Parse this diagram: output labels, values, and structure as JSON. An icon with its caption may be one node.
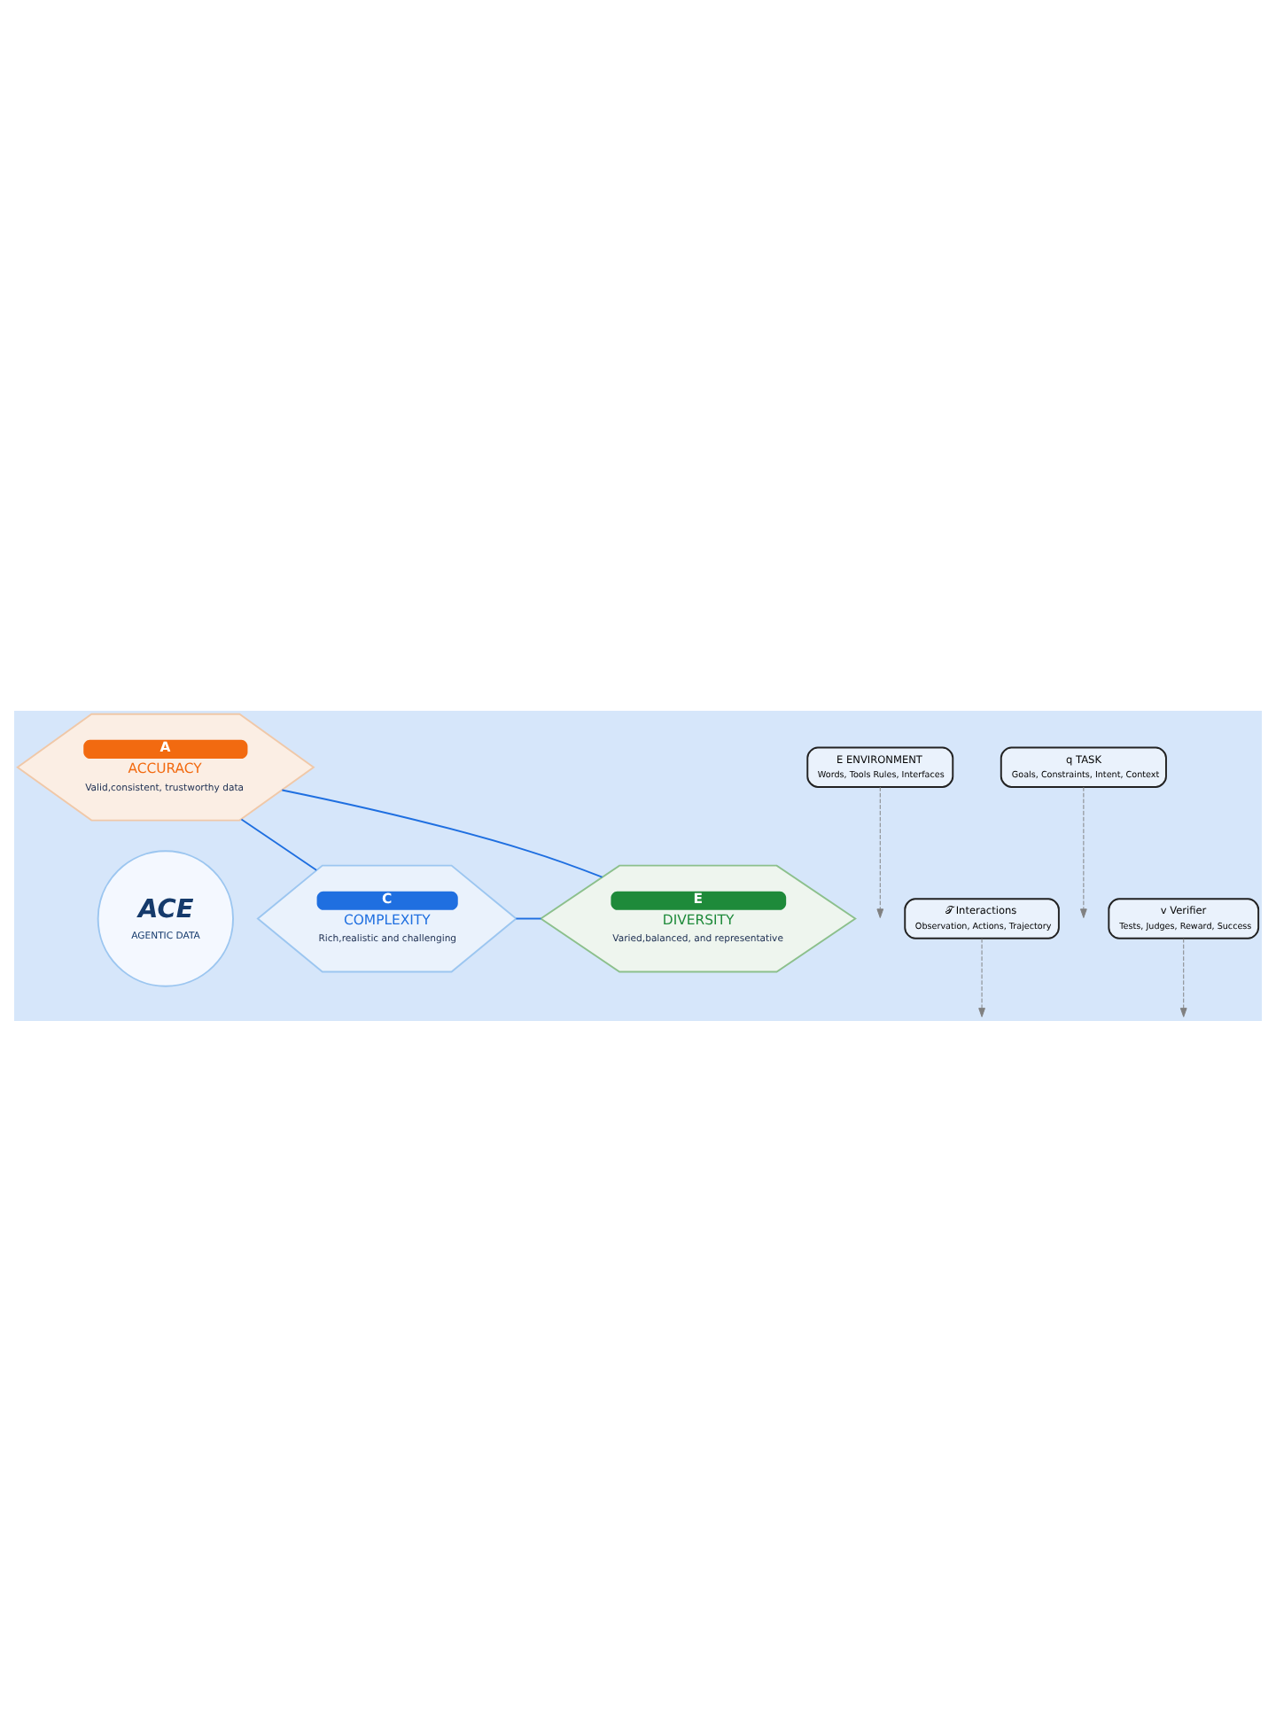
{
  "diagram": {
    "nodes": [
      {
        "text": [
          "A",
          "ACCURACY",
          "Valid,consistent, trustworthy data"
        ]
      },
      {
        "text": [
          "ACE",
          "AGENTIC DATA"
        ]
      },
      {
        "text": [
          "C",
          "COMPLEXITY",
          "Rich,realistic and challenging"
        ]
      },
      {
        "text": [
          "E",
          "DIVERSITY",
          "Varied,balanced, and representative"
        ]
      },
      {
        "text": [
          "E ENVIRONMENT",
          "Words, Tools Rules, Interfaces"
        ]
      },
      {
        "text": [
          "𝒯 Interactions",
          "Observation, Actions, Trajectory"
        ]
      },
      {
        "text": [
          "q TASK",
          "Goals, Constraints, Intent, Context"
        ]
      },
      {
        "text": [
          "v Verifier",
          "Tests, Judges, Reward, Success"
        ]
      }
    ],
    "edges": [
      {
        "from": 0,
        "to": 2,
        "arrow": "none",
        "color": "#1f6fe0"
      },
      {
        "from": 0,
        "to": 3,
        "arrow": "none",
        "color": "#1f6fe0"
      },
      {
        "from": 2,
        "to": 3,
        "arrow": "none",
        "color": "#1f6fe0"
      },
      {
        "from": 4,
        "to": null,
        "arrow": "to",
        "style": "dashed",
        "color": "#808080"
      },
      {
        "from": 5,
        "to": null,
        "arrow": "to",
        "style": "dashed",
        "color": "#808080"
      },
      {
        "from": 6,
        "to": null,
        "arrow": "to",
        "style": "dashed",
        "color": "#808080"
      },
      {
        "from": 7,
        "to": null,
        "arrow": "to",
        "style": "dashed",
        "color": "#808080"
      }
    ]
  }
}
